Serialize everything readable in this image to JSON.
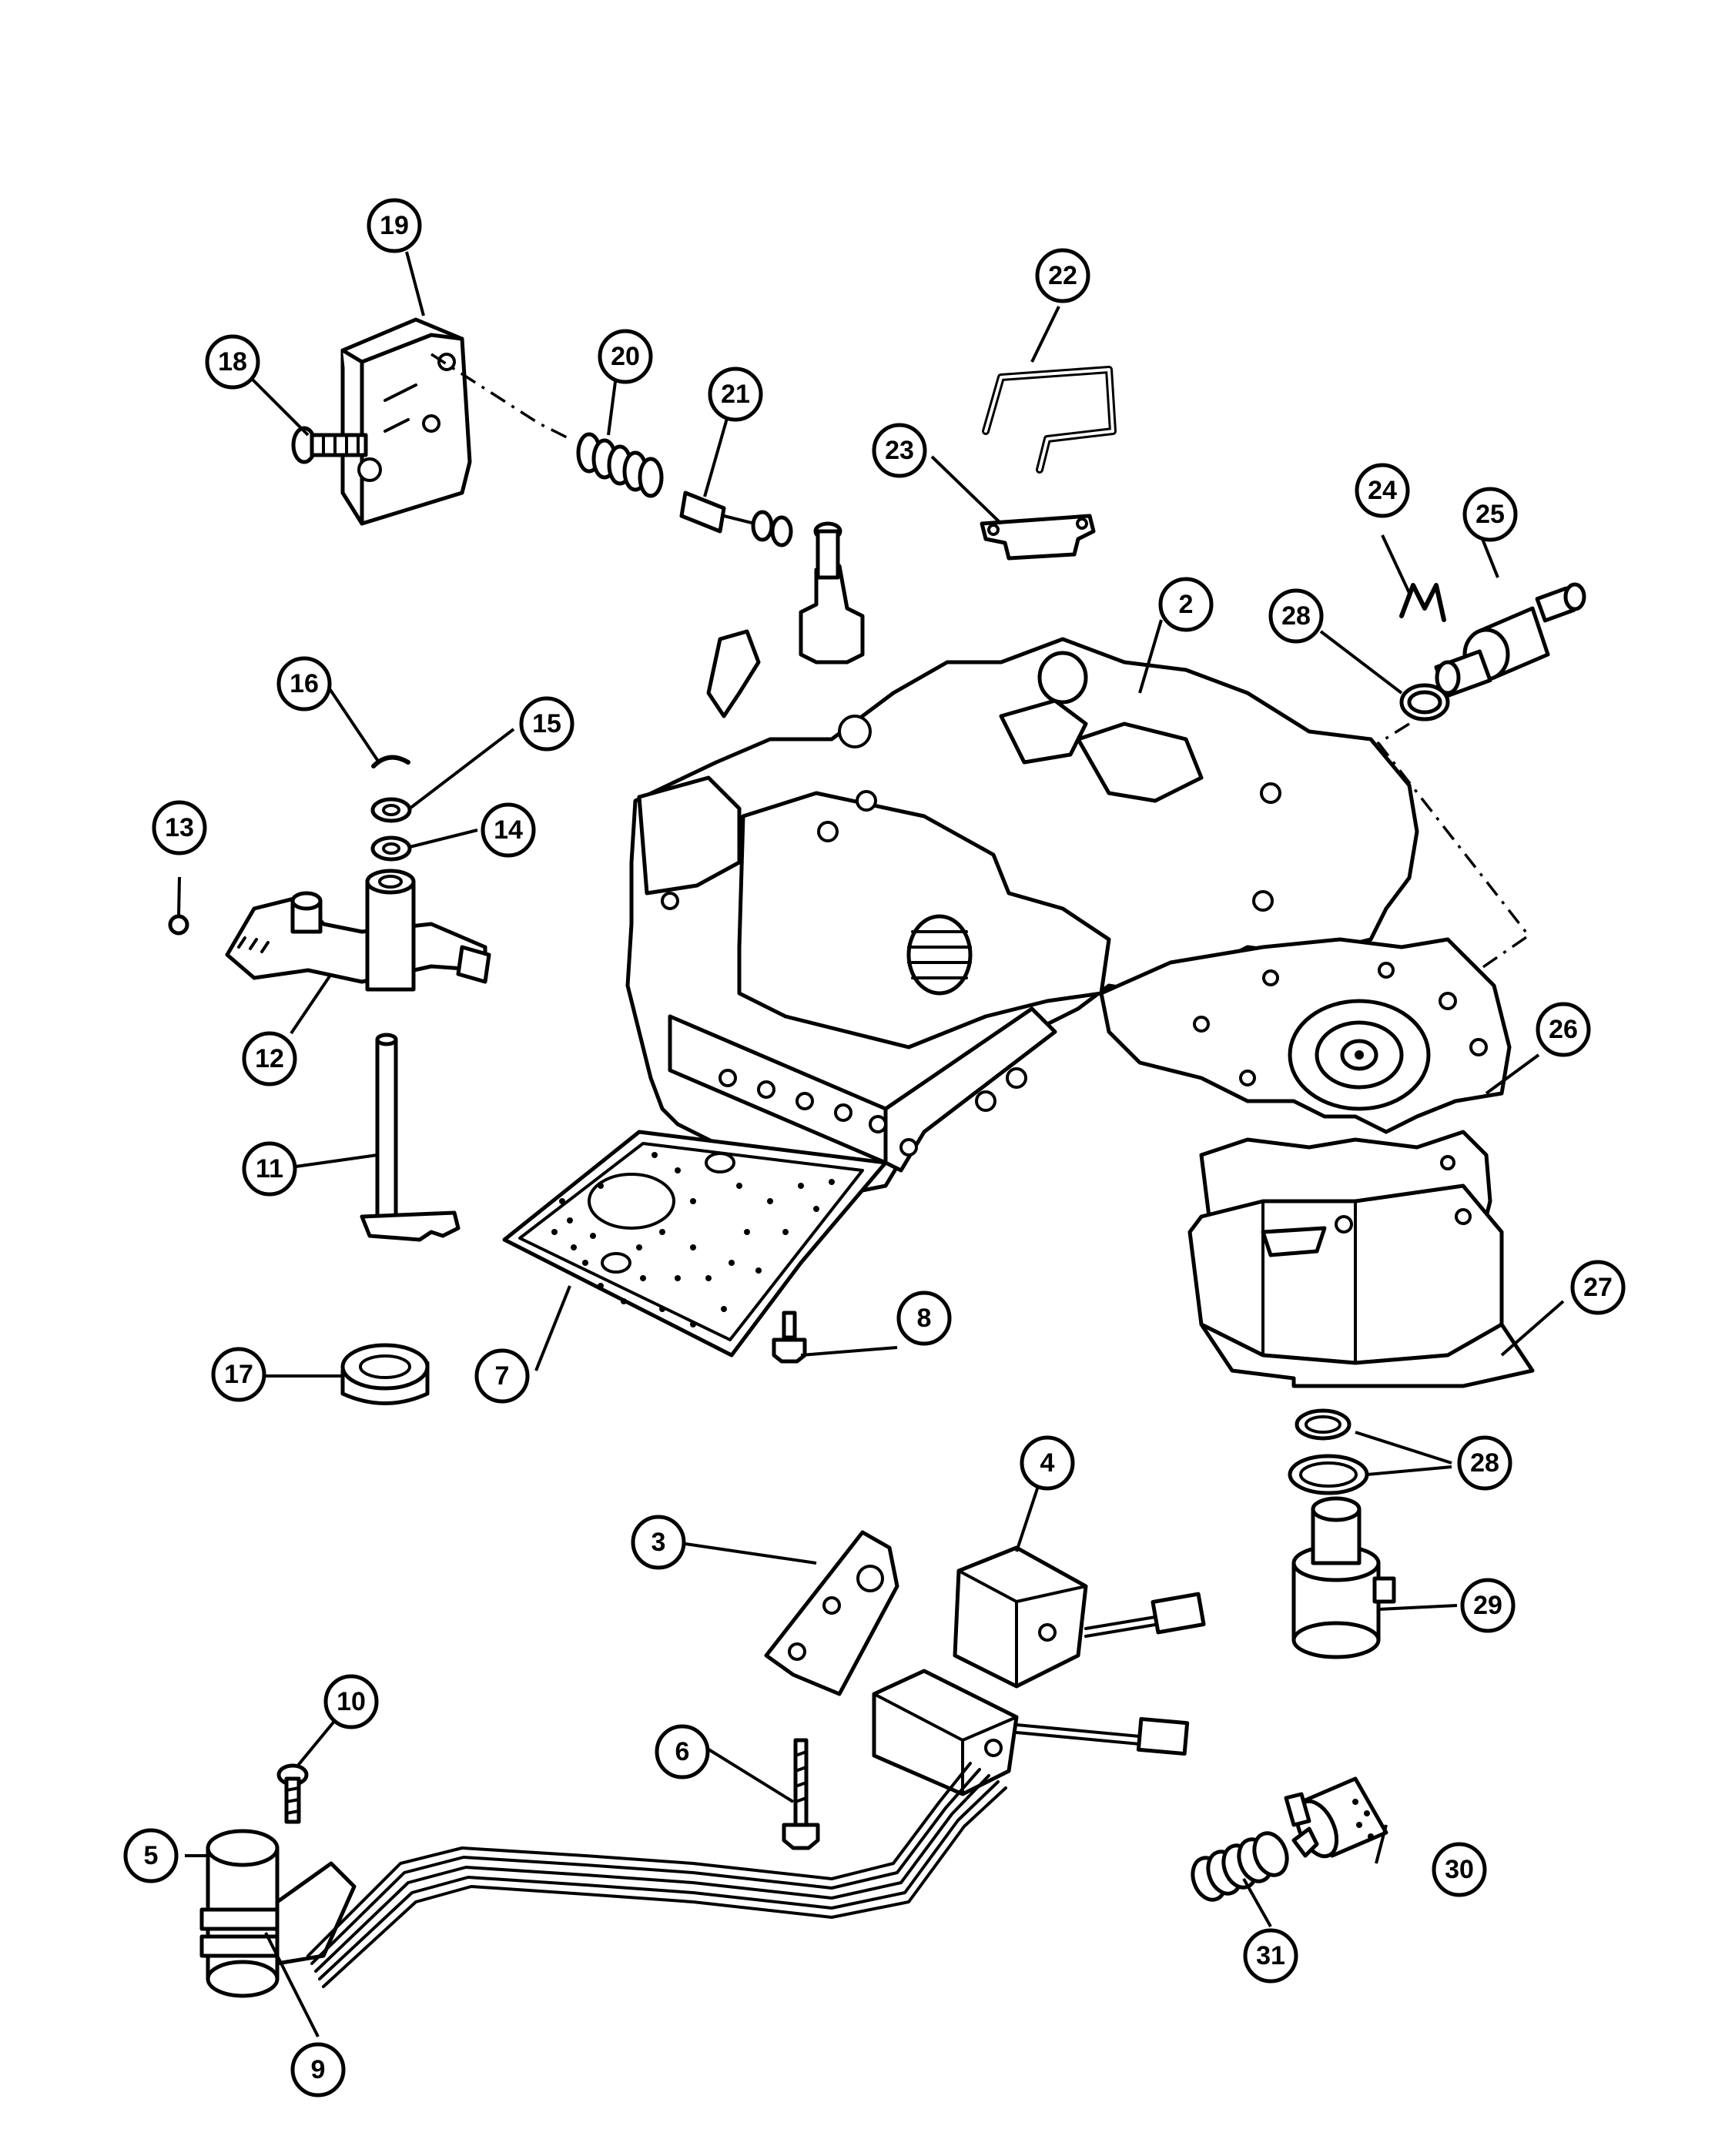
{
  "callouts": [
    {
      "id": "2",
      "label": "2"
    },
    {
      "id": "3",
      "label": "3"
    },
    {
      "id": "4",
      "label": "4"
    },
    {
      "id": "5",
      "label": "5"
    },
    {
      "id": "6",
      "label": "6"
    },
    {
      "id": "7",
      "label": "7"
    },
    {
      "id": "8",
      "label": "8"
    },
    {
      "id": "9",
      "label": "9"
    },
    {
      "id": "10",
      "label": "10"
    },
    {
      "id": "11",
      "label": "11"
    },
    {
      "id": "12",
      "label": "12"
    },
    {
      "id": "13",
      "label": "13"
    },
    {
      "id": "14",
      "label": "14"
    },
    {
      "id": "15",
      "label": "15"
    },
    {
      "id": "16",
      "label": "16"
    },
    {
      "id": "17",
      "label": "17"
    },
    {
      "id": "18",
      "label": "18"
    },
    {
      "id": "19",
      "label": "19"
    },
    {
      "id": "20",
      "label": "20"
    },
    {
      "id": "21",
      "label": "21"
    },
    {
      "id": "22",
      "label": "22"
    },
    {
      "id": "23",
      "label": "23"
    },
    {
      "id": "24",
      "label": "24"
    },
    {
      "id": "25",
      "label": "25"
    },
    {
      "id": "26",
      "label": "26"
    },
    {
      "id": "27",
      "label": "27"
    },
    {
      "id": "28a",
      "label": "28"
    },
    {
      "id": "28b",
      "label": "28"
    },
    {
      "id": "29",
      "label": "29"
    },
    {
      "id": "30",
      "label": "30"
    },
    {
      "id": "31",
      "label": "31"
    }
  ]
}
